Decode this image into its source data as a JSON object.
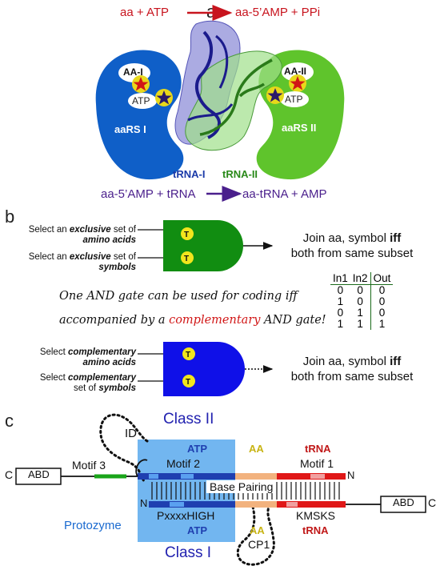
{
  "panel_a": {
    "letter": "a",
    "reaction_top": "aa + ATP",
    "reaction_top_product": "aa-5’AMP + PPi",
    "reaction_bottom": "aa-5’AMP + tRNA",
    "reaction_bottom_product": "aa-tRNA + AMP",
    "enzyme_left": "aaRS I",
    "enzyme_right": "aaRS II",
    "aa_left": "AA-I",
    "aa_right": "AA-II",
    "atp": "ATP",
    "trna_left": "tRNA-I",
    "trna_right": "tRNA-II",
    "colors": {
      "class1": "#0f5fc8",
      "class2": "#5fc42c",
      "red": "#c8141e",
      "purple": "#4a1f8c"
    }
  },
  "panel_b": {
    "letter": "b",
    "gate1_inputs": [
      "Select an exclusive set of amino acids",
      "Select an exclusive set of symbols"
    ],
    "gate1_input_lines": [
      [
        "Select an ",
        "exclusive",
        " set of"
      ],
      [
        "amino acids"
      ],
      [
        "Select an ",
        "exclusive",
        " set of"
      ],
      [
        "symbols"
      ]
    ],
    "gate2_input_lines": [
      [
        "Select ",
        "complementary"
      ],
      [
        "amino acids"
      ],
      [
        "Select ",
        "complementary"
      ],
      [
        "set of ",
        "symbols"
      ]
    ],
    "gate_pin_label": "T",
    "output_text_line1": "Join aa, symbol ",
    "output_text_bold": "iff",
    "output_text_line2": "both from same subset",
    "note_line1": "One AND gate can be used for coding iff",
    "note_line2_pre": "accompanied by a ",
    "note_line2_highlight": "complementary",
    "note_line2_post": " AND gate!",
    "truth_table": {
      "headers": [
        "In1",
        "In2",
        "Out"
      ],
      "rows": [
        [
          "0",
          "0",
          "0"
        ],
        [
          "1",
          "0",
          "0"
        ],
        [
          "0",
          "1",
          "0"
        ],
        [
          "1",
          "1",
          "1"
        ]
      ]
    },
    "colors": {
      "gate1": "#118d11",
      "gate2": "#0f10e8"
    }
  },
  "panel_c": {
    "letter": "c",
    "class2": "Class II",
    "class1": "Class I",
    "protozyme": "Protozyme",
    "id_label": "ID",
    "cp1_label": "CP1",
    "motif3": "Motif 3",
    "motif2": "Motif 2",
    "motif1": "Motif 1",
    "atp_top": "ATP",
    "atp_bottom": "ATP",
    "aa_top": "AA",
    "aa_bottom": "AA",
    "trna_top": "tRNA",
    "trna_bottom": "tRNA",
    "base_pairing": "Base Pairing",
    "abd_left": "ABD",
    "abd_right": "ABD",
    "c_left": "C",
    "c_right": "C",
    "n_top": "N",
    "n_bottom": "N",
    "pxxxxhigh": "PxxxxHIGH",
    "kmsks": "KMSKS"
  }
}
